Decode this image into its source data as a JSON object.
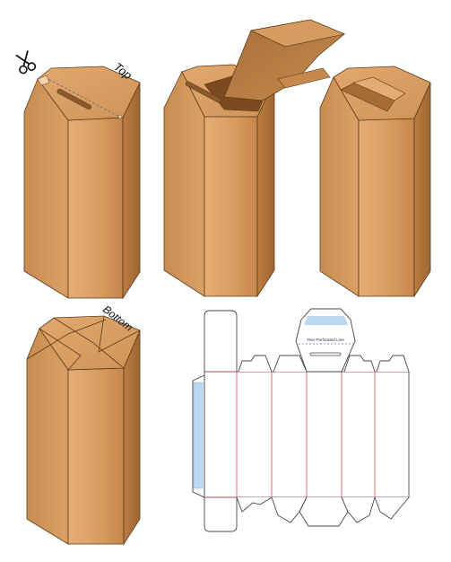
{
  "labels": {
    "top": "Top",
    "bottom": "Bottom",
    "tear_line": "Tear Perforated Line"
  },
  "icons": {
    "scissors": "scissors-icon"
  },
  "colors": {
    "kraft_light": "#e0a66a",
    "kraft_mid": "#cf9154",
    "kraft_dark": "#a9703a",
    "outline": "#5b3b1c",
    "die_cut": "#444444",
    "crease": "#d24a55",
    "glue_area": "#bcd8f0",
    "tear_line": "#6b6bd6"
  }
}
